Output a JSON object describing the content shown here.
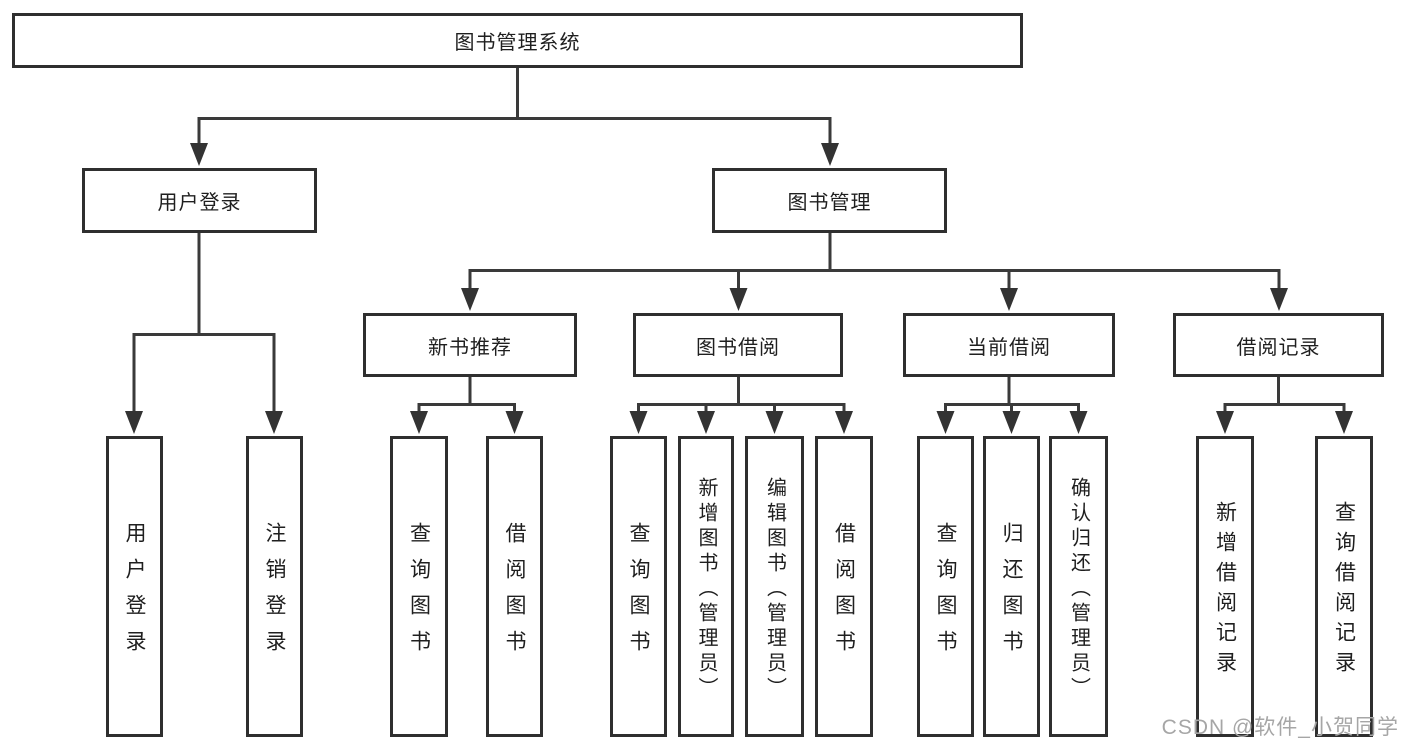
{
  "tree": {
    "root": "图书管理系统",
    "branches": [
      {
        "label": "用户登录",
        "children": [
          "用户登录",
          "注销登录"
        ]
      },
      {
        "label": "图书管理",
        "groups": [
          {
            "label": "新书推荐",
            "children": [
              "查询图书",
              "借阅图书"
            ]
          },
          {
            "label": "图书借阅",
            "children": [
              "查询图书",
              "新增图书（管理员）",
              "编辑图书（管理员）",
              "借阅图书"
            ]
          },
          {
            "label": "当前借阅",
            "children": [
              "查询图书",
              "归还图书",
              "确认归还（管理员）"
            ]
          },
          {
            "label": "借阅记录",
            "children": [
              "新增借阅记录",
              "查询借阅记录"
            ]
          }
        ]
      }
    ]
  },
  "watermark": "CSDN @软件_小贺同学",
  "colors": {
    "line": "#3a3a3a",
    "arrow": "#333333",
    "border": "#2f2f2f",
    "text": "#1f1f1f",
    "watermark": "#a6a6a6",
    "background": "#ffffff"
  }
}
